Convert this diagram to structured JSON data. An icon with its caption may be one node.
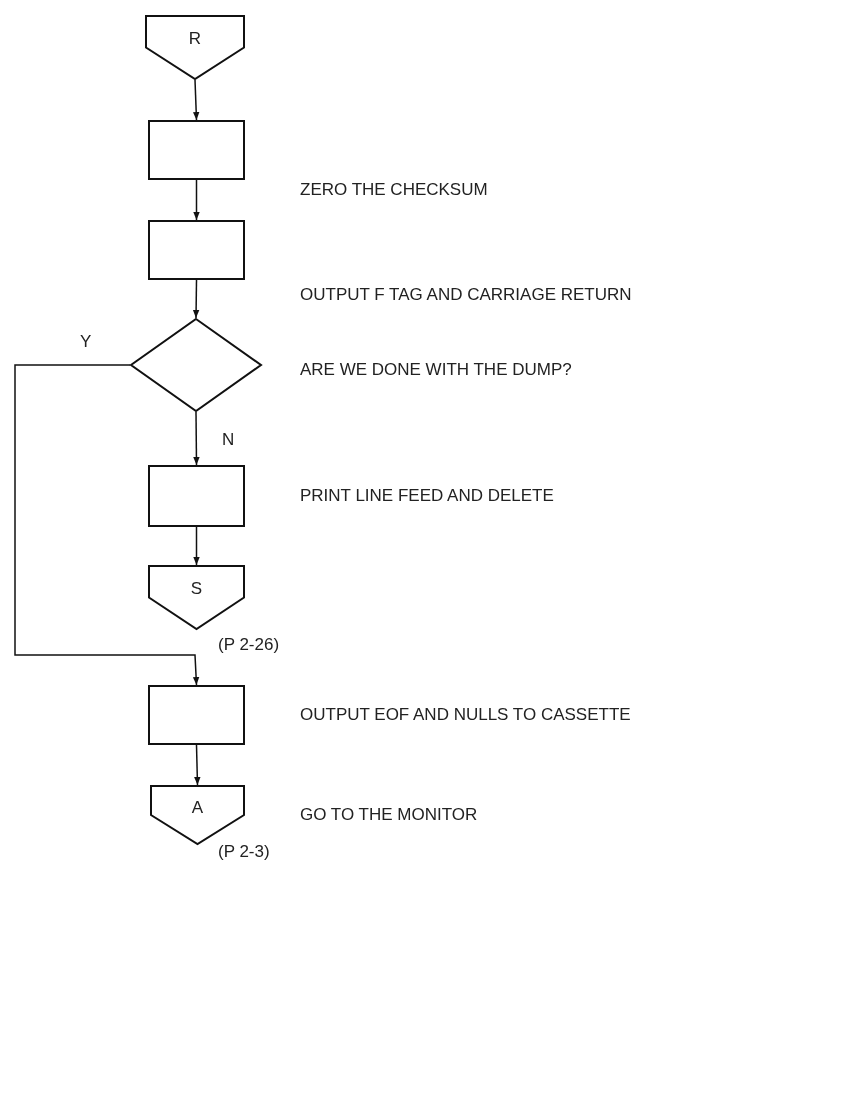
{
  "diagram": {
    "nodes": [
      {
        "text": [
          "R"
        ]
      },
      {
        "text": [],
        "shape": "box",
        "beside": [
          "ZERO THE CHECKSUM"
        ]
      },
      {
        "text": [],
        "shape": "box",
        "beside": [
          "OUTPUT F TAG AND CARRIAGE RETURN"
        ]
      },
      {
        "text": [],
        "shape": "diamond",
        "beside": [
          "ARE WE DONE WITH THE DUMP?"
        ]
      },
      {
        "text": [],
        "shape": "box",
        "beside": [
          "PRINT LINE FEED AND DELETE"
        ]
      },
      {
        "text": [
          "S"
        ],
        "beside": [
          "(P 2-26)"
        ]
      },
      {
        "text": [],
        "shape": "box",
        "beside": [
          "OUTPUT EOF AND NULLS TO CASSETTE"
        ]
      },
      {
        "text": [
          "A"
        ],
        "beside": [
          "GO TO THE MONITOR",
          "(P 2-3)"
        ]
      }
    ],
    "edges": [
      {
        "from": 0,
        "to": 1,
        "arrow": "to"
      },
      {
        "from": 1,
        "to": 2,
        "arrow": "to"
      },
      {
        "from": 2,
        "to": 3,
        "arrow": "to"
      },
      {
        "from": 3,
        "to": 4,
        "arrow": "to",
        "label": "N"
      },
      {
        "from": 4,
        "to": 5,
        "arrow": "to"
      },
      {
        "from": 3,
        "to": 6,
        "arrow": "to",
        "label": "Y"
      },
      {
        "from": 6,
        "to": 7,
        "arrow": "to"
      }
    ]
  }
}
